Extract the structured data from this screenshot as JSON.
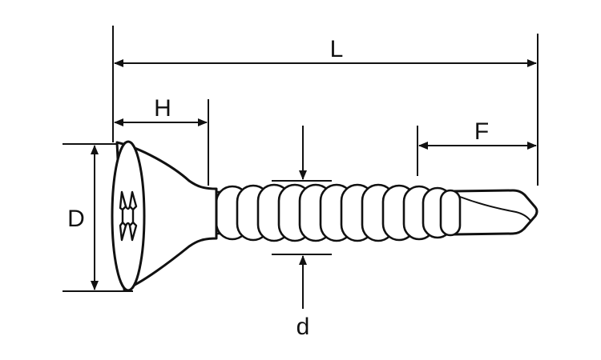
{
  "labels": {
    "L": "L",
    "H": "H",
    "F": "F",
    "D": "D",
    "d": "d"
  },
  "colors": {
    "ink": "#111111",
    "fill": "#ffffff"
  }
}
